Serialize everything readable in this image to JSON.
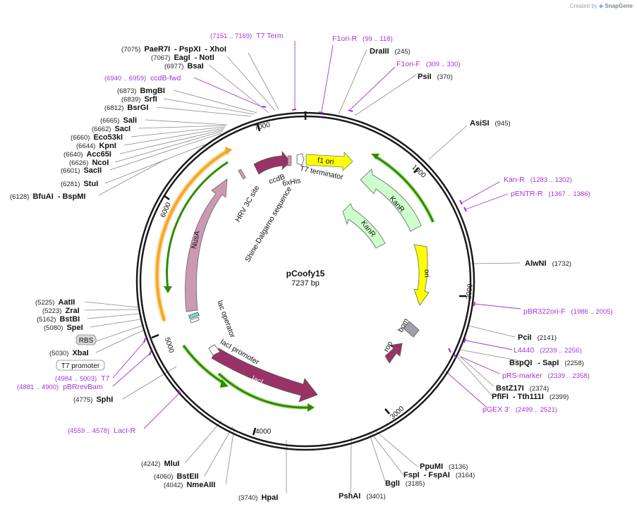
{
  "credit": {
    "prefix": "Created by",
    "brand": "SnapGene"
  },
  "plasmid": {
    "name": "pCoofy15",
    "size": "7237 bp"
  },
  "ticks": [
    "1000",
    "2000",
    "3000",
    "4000",
    "5000",
    "6000",
    "7000"
  ],
  "colors": {
    "backbone": "#1a1a1a",
    "primer": "#a335d6",
    "ori_yellow": "#ffff00",
    "kanr_green": "#ccffcc",
    "nusa_pink": "#cc99b2",
    "laci_maroon": "#993366",
    "green_arrow": "#2e8b00",
    "orange_arrow": "#f5a623",
    "bom_gray": "#a0a0a8"
  },
  "features": {
    "f1_ori": "f1 ori",
    "kanr_outer": "KanR",
    "kanr_inner": "KanR",
    "ori": "ori",
    "bom": "bom",
    "rop": "rop",
    "laci": "lacI",
    "laci_promoter": "lacI promoter",
    "lac_operator": "lac operator",
    "nusa": "NusA",
    "hrv": "HRV 3C site",
    "shine": "Shine-Dalgarno sequence",
    "ccdb": "ccdB",
    "his": "6xHis",
    "t7term": "T7 terminator"
  },
  "badges": {
    "rbs": "RBS",
    "t7promoter": "T7 promoter"
  },
  "sites_left": [
    {
      "pos": "(7075)",
      "name": "PaeR7I",
      "sep": "-",
      "name2": "PspXI",
      "sep2": "-",
      "name3": "XhoI"
    },
    {
      "pos": "(7067)",
      "name": "EagI",
      "sep": "-",
      "name2": "NotI"
    },
    {
      "pos": "(6977)",
      "name": "BsaI"
    },
    {
      "pos": "(6873)",
      "name": "BmgBI"
    },
    {
      "pos": "(6839)",
      "name": "SrfI"
    },
    {
      "pos": "(6812)",
      "name": "BsrGI"
    },
    {
      "pos": "(6665)",
      "name": "SalI"
    },
    {
      "pos": "(6662)",
      "name": "SacI"
    },
    {
      "pos": "(6660)",
      "name": "Eco53kI"
    },
    {
      "pos": "(6644)",
      "name": "KpnI"
    },
    {
      "pos": "(6640)",
      "name": "Acc65I"
    },
    {
      "pos": "(6626)",
      "name": "NcoI"
    },
    {
      "pos": "(6601)",
      "name": "SacII"
    },
    {
      "pos": "(6281)",
      "name": "StuI"
    },
    {
      "pos": "(6128)",
      "name": "BfuAI",
      "sep": "-",
      "name2": "BspMI"
    },
    {
      "pos": "(5225)",
      "name": "AatII"
    },
    {
      "pos": "(5223)",
      "name": "ZraI"
    },
    {
      "pos": "(5162)",
      "name": "BstBI"
    },
    {
      "pos": "(5080)",
      "name": "SpeI"
    },
    {
      "pos": "(5030)",
      "name": "XbaI"
    },
    {
      "pos": "(4775)",
      "name": "SphI"
    },
    {
      "pos": "(4242)",
      "name": "MluI"
    },
    {
      "pos": "(4060)",
      "name": "BstEII"
    },
    {
      "pos": "(4042)",
      "name": "NmeAIII"
    },
    {
      "pos": "(3740)",
      "name": "HpaI"
    }
  ],
  "sites_right": [
    {
      "name": "DraIII",
      "pos": "(245)"
    },
    {
      "name": "PsiI",
      "pos": "(370)"
    },
    {
      "name": "AsiSI",
      "pos": "(945)"
    },
    {
      "name": "AlwNI",
      "pos": "(1732)"
    },
    {
      "name": "PciI",
      "pos": "(2141)"
    },
    {
      "name": "BspQI",
      "sep": "-",
      "name2": "SapI",
      "pos": "(2258)"
    },
    {
      "name": "BstZ17I",
      "pos": "(2374)"
    },
    {
      "name": "PflFI",
      "sep": "-",
      "name2": "Tth111I",
      "pos": "(2399)"
    },
    {
      "name": "PpuMI",
      "pos": "(3136)"
    },
    {
      "name": "FspI",
      "sep": "-",
      "name2": "FspAI",
      "pos": "(3164)"
    },
    {
      "name": "BglI",
      "pos": "(3185)"
    },
    {
      "name": "PshAI",
      "pos": "(3401)"
    }
  ],
  "primers": [
    {
      "range": "(7151 .. 7169)",
      "name": "T7 Term"
    },
    {
      "name": "F1ori-R",
      "range": "(99 .. 118)"
    },
    {
      "name": "F1ori-F",
      "range": "(309 .. 330)"
    },
    {
      "range": "(6940 .. 6959)",
      "name": "ccdB-fwd"
    },
    {
      "name": "Kan-R",
      "range": "(1283 .. 1302)"
    },
    {
      "name": "pENTR-R",
      "range": "(1367 .. 1386)"
    },
    {
      "name": "pBR322ori-F",
      "range": "(1986 .. 2005)"
    },
    {
      "name": "L4440",
      "range": "(2239 .. 2256)"
    },
    {
      "name": "pRS-marker",
      "range": "(2339 .. 2358)"
    },
    {
      "name": "pGEX 3'",
      "range": "(2499 .. 2521)"
    },
    {
      "range": "(4984 .. 5003)",
      "name": "T7"
    },
    {
      "range": "(4881 .. 4900)",
      "name": "pBRrevBam"
    },
    {
      "range": "(4559 .. 4578)",
      "name": "LacI-R"
    }
  ]
}
